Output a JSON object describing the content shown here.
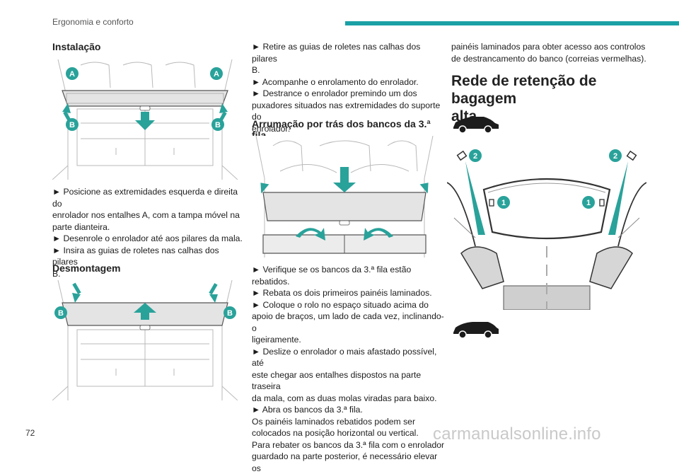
{
  "header": {
    "title": "Ergonomia e conforto"
  },
  "page_number": "72",
  "watermark": "carmanualsonline.info",
  "colors": {
    "accent": "#1aa1a6",
    "arrow": "#29a29a"
  },
  "col1": {
    "heading_install": "Instalação",
    "fig1": {
      "label_a": "A",
      "label_b": "B"
    },
    "install_lines": [
      "► Posicione as extremidades esquerda e direita do",
      "enrolador nos entalhes A, com a tampa móvel na",
      "parte dianteira.",
      "► Desenrole o enrolador até aos pilares da mala.",
      "► Insira as guias de roletes nas calhas dos pilares",
      "B."
    ],
    "heading_remove": "Desmontagem",
    "fig2": {
      "label_b": "B"
    }
  },
  "col2": {
    "lines_top": [
      "► Retire as guias de roletes nas calhas dos pilares",
      "B.",
      "► Acompanhe o enrolamento do enrolador.",
      "► Destrance o enrolador premindo um dos",
      "puxadores situados nas extremidades do suporte do",
      "enrolador."
    ],
    "heading_storage": "Arrumação por trás dos bancos da 3.ª fila",
    "lines_bottom": [
      "► Verifique se os bancos da 3.ª fila estão rebatidos.",
      "► Rebata os dois primeiros painéis laminados.",
      "► Coloque o rolo no espaço situado acima do",
      "apoio de braços, um lado de cada vez, inclinando-o",
      "ligeiramente.",
      "► Deslize o enrolador o mais afastado possível, até",
      "este chegar aos entalhes dispostos na parte traseira",
      "da mala, com as duas molas viradas para baixo.",
      "► Abra os bancos da 3.ª fila.",
      "Os painéis laminados rebatidos podem ser",
      "colocados na posição horizontal ou vertical.",
      "Para rebater os bancos da 3.ª fila com o enrolador",
      "guardado na parte posterior, é necessário elevar os"
    ]
  },
  "col3": {
    "lines_top": [
      "painéis laminados para obter acesso aos controlos",
      "de destrancamento do banco (correias vermelhas)."
    ],
    "heading_net_line1": "Rede de retenção de bagagem",
    "heading_net_line2": "alta",
    "fig_net": {
      "label_1": "1",
      "label_2": "2"
    }
  }
}
